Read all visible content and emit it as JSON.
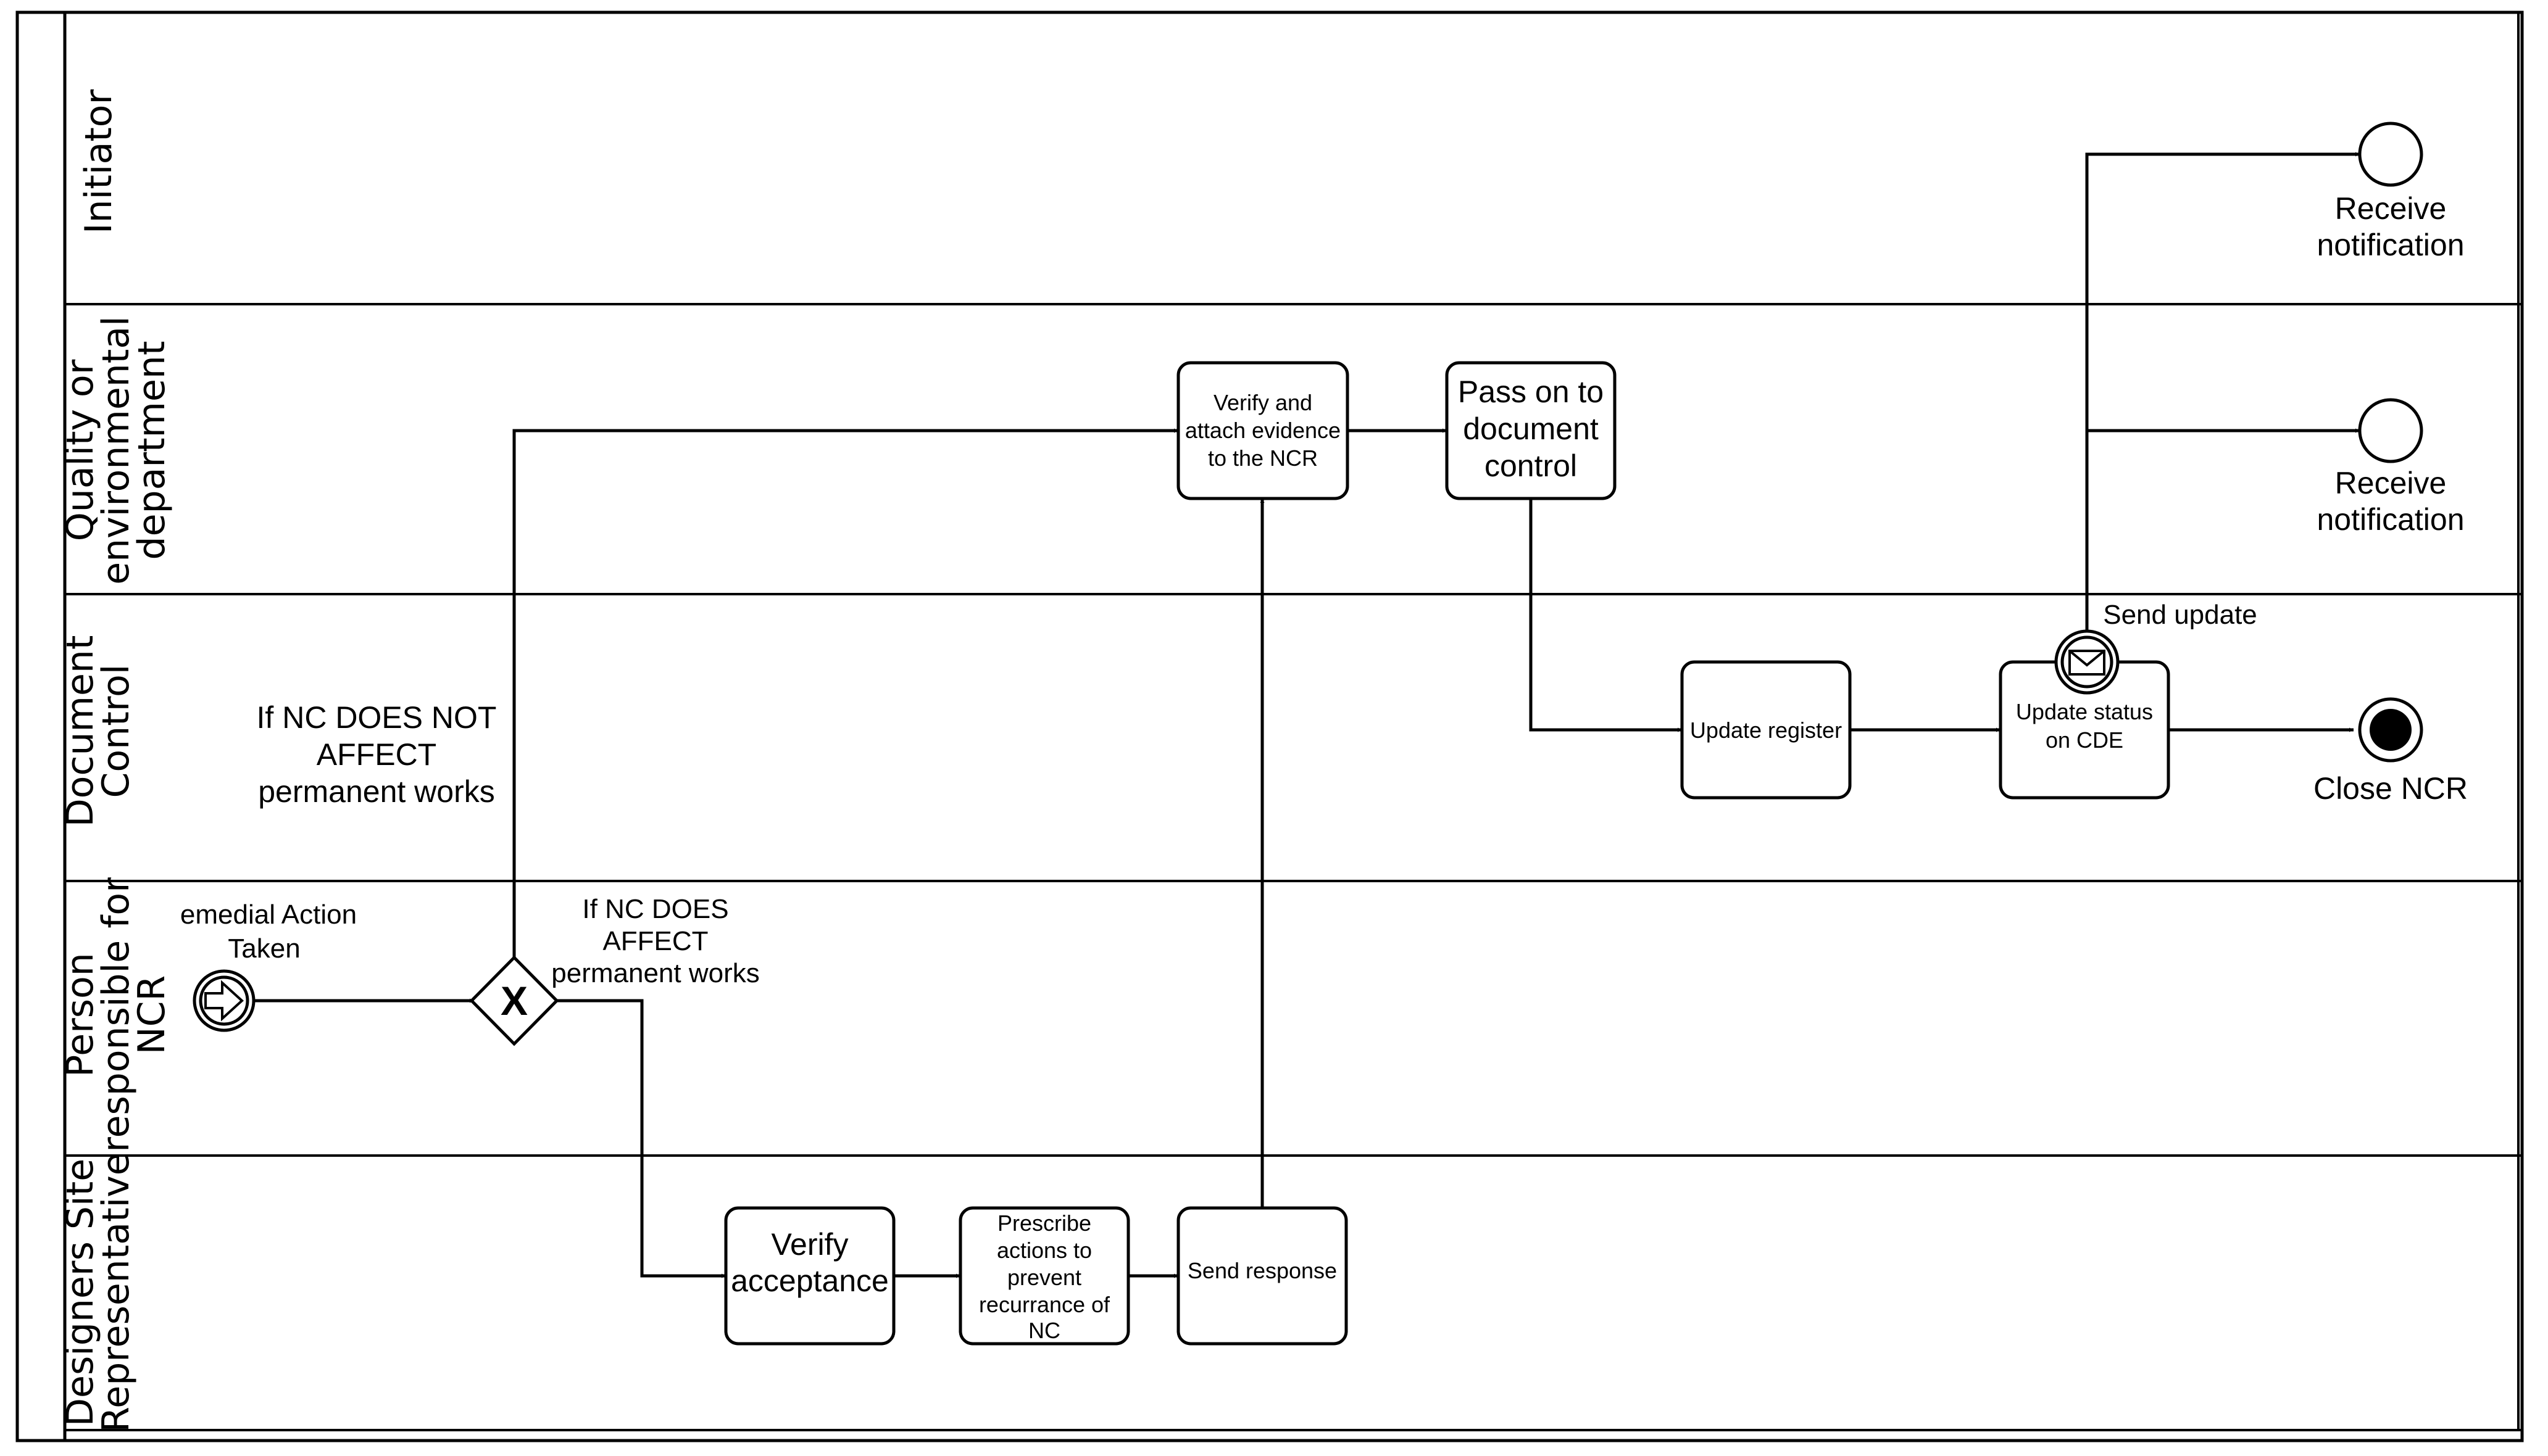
{
  "lanes": [
    {
      "lines": [
        "Initiator"
      ]
    },
    {
      "lines": [
        "Quality or",
        "environmental",
        "department"
      ]
    },
    {
      "lines": [
        "Document",
        "Control"
      ]
    },
    {
      "lines": [
        "Person",
        "responsible for",
        "NCR"
      ]
    },
    {
      "lines": [
        "Designers Site",
        "Representative"
      ]
    }
  ],
  "tasks": {
    "verify_attach": [
      "Verify and",
      "attach evidence",
      "to the NCR"
    ],
    "pass_on": [
      "Pass on to",
      "document",
      "control"
    ],
    "update_register": [
      "Update register"
    ],
    "update_status": [
      "Update status",
      "on CDE"
    ],
    "verify_acceptance": [
      "Verify",
      "acceptance"
    ],
    "prescribe_actions": [
      "Prescribe",
      "actions to",
      "prevent",
      "recurrance of",
      "NC"
    ],
    "send_response": [
      "Send response"
    ]
  },
  "events": {
    "receive_1": [
      "Receive",
      "notification"
    ],
    "receive_2": [
      "Receive",
      "notification"
    ],
    "close": [
      "Close NCR"
    ],
    "start": [
      "emedial Action",
      "Taken"
    ],
    "send_update": "Send update"
  },
  "gateway": {
    "marker": "X",
    "not_affect": [
      "If NC DOES NOT",
      "AFFECT",
      "permanent works"
    ],
    "affect": [
      "If NC DOES",
      "AFFECT",
      "permanent works"
    ]
  }
}
